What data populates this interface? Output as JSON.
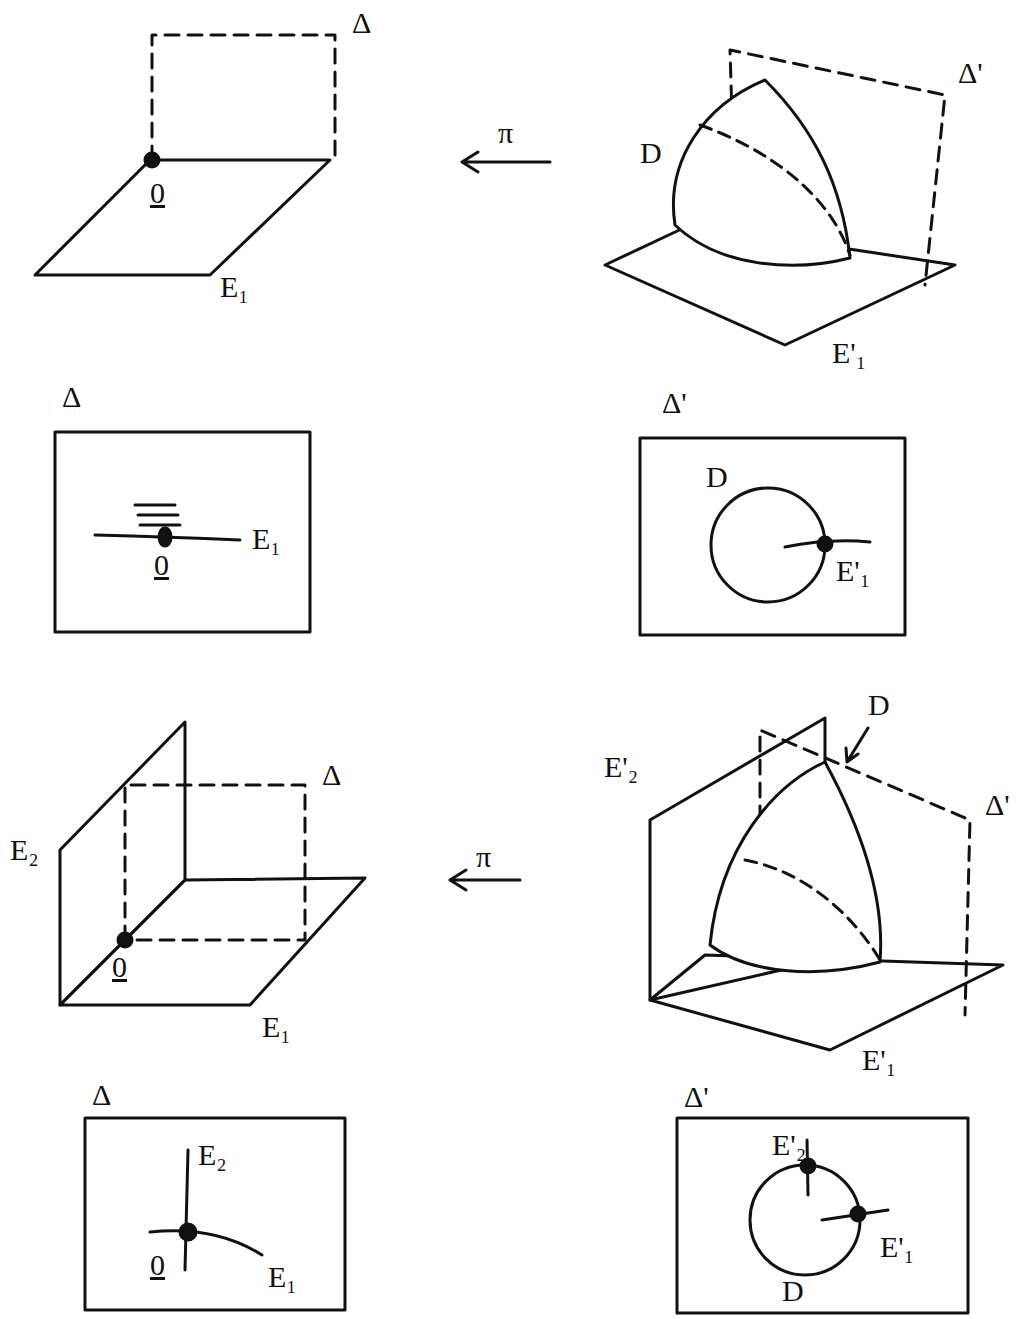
{
  "diagram": {
    "labels": [
      "Δ",
      "0",
      "E₁",
      "π",
      "Δ'",
      "D",
      "E'₁",
      "Δ",
      "E₁",
      "0",
      "Δ'",
      "D",
      "E'₁",
      "E₂",
      "Δ",
      "0",
      "E₁",
      "π",
      "E'₂",
      "D",
      "Δ'",
      "E'₁",
      "Δ",
      "E₂",
      "0",
      "E₁",
      "Δ'",
      "E'₂",
      "E'₁",
      "D"
    ]
  }
}
